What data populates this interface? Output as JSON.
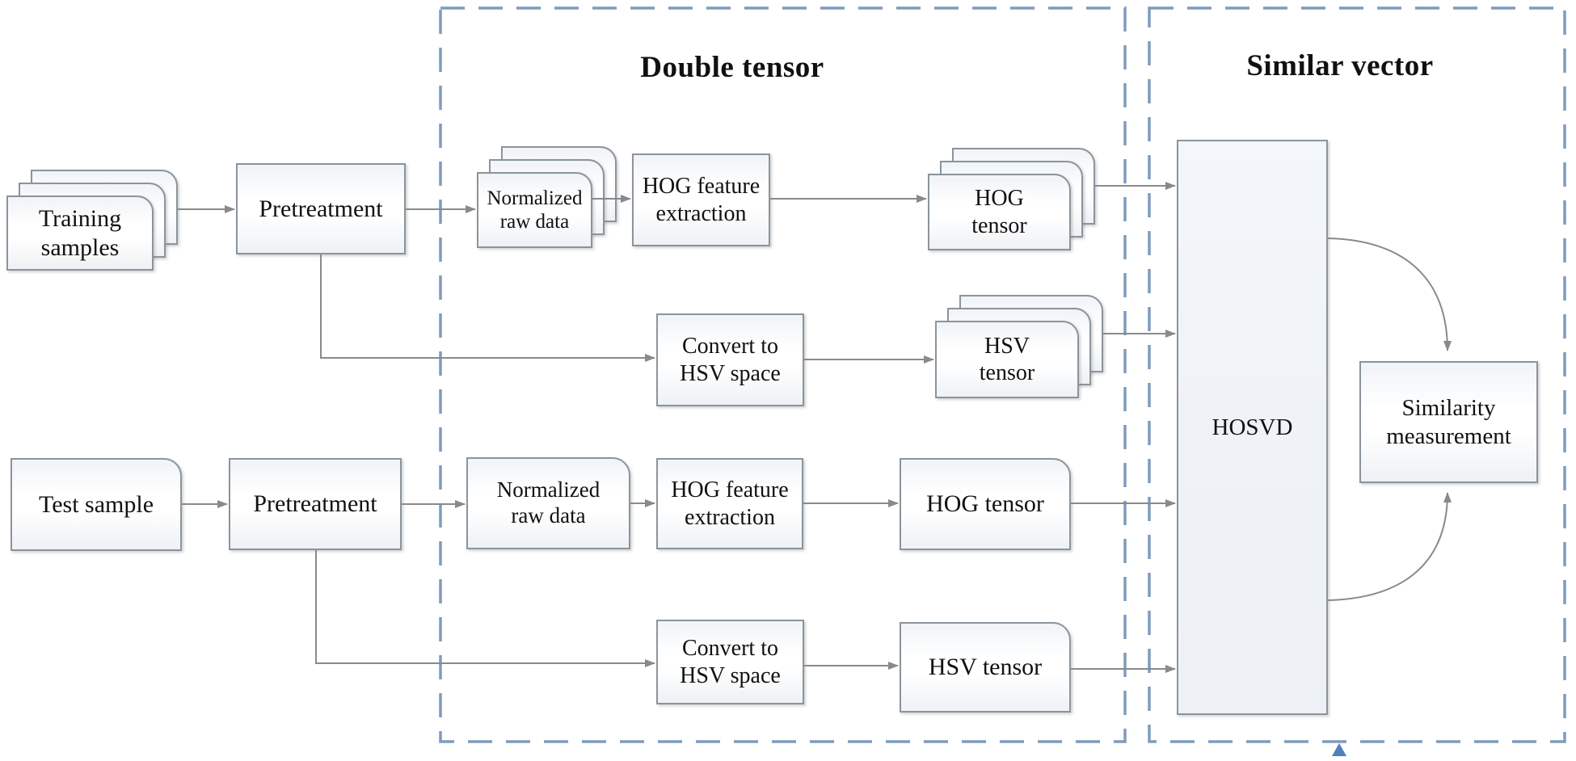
{
  "titles": {
    "double_tensor": "Double tensor",
    "similar_vector": "Similar vector"
  },
  "nodes": {
    "training_samples": "Training\nsamples",
    "pretreatment_train": "Pretreatment",
    "normalized_train": "Normalized\nraw data",
    "hog_feature_train": "HOG feature\nextraction",
    "hog_tensor_train": "HOG\ntensor",
    "convert_hsv_train": "Convert to\nHSV space",
    "hsv_tensor_train": "HSV\ntensor",
    "test_sample": "Test sample",
    "pretreatment_test": "Pretreatment",
    "normalized_test": "Normalized\nraw data",
    "hog_feature_test": "HOG feature\nextraction",
    "hog_tensor_test": "HOG tensor",
    "convert_hsv_test": "Convert to\nHSV space",
    "hsv_tensor_test": "HSV tensor",
    "hosvd": "HOSVD",
    "similarity": "Similarity\nmeasurement"
  },
  "colors": {
    "dashed_border": "#7e9cbd",
    "arrow": "#8a8a8a",
    "box_border": "#8b949c",
    "bottom_triangle": "#4f81bd"
  }
}
